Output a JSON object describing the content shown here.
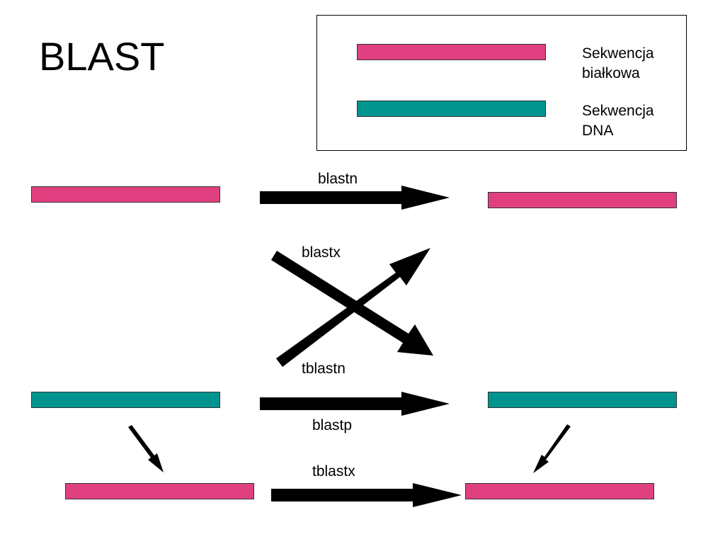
{
  "title": "BLAST",
  "colors": {
    "protein": "#e0407f",
    "dna": "#00948f",
    "arrow": "#000000"
  },
  "legend": {
    "protein_label": [
      "Sekwencja",
      "białkowa"
    ],
    "dna_label": [
      "Sekwencja",
      "DNA"
    ]
  },
  "programs": {
    "blastn": "blastn",
    "blastx": "blastx",
    "tblastn": "tblastn",
    "blastp": "blastp",
    "tblastx": "tblastx"
  }
}
